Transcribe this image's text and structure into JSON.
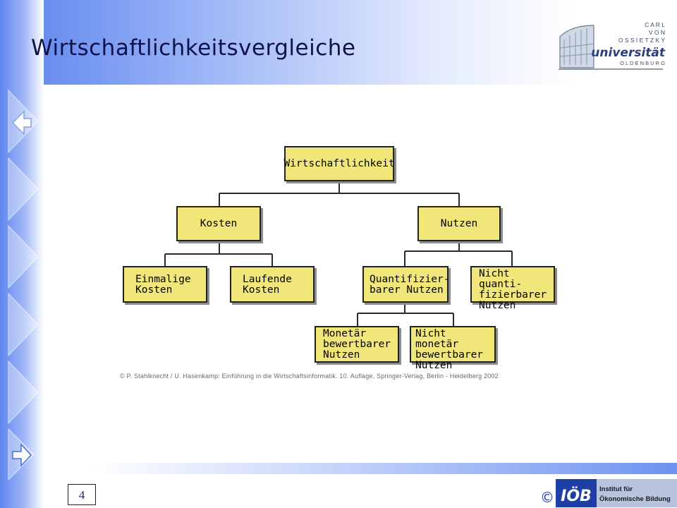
{
  "slide": {
    "title": "Wirtschaftlichkeitsvergleiche",
    "page_number": "4",
    "credit": "© P. Stahlknecht / U. Hasenkamp: Einführung in die Wirtschaftsinformatik. 10. Auflage, Springer-Verlag, Berlin - Heidelberg 2002"
  },
  "university_logo": {
    "line1": "C A R L",
    "line2": "V O N",
    "line3": "O S S I E T Z K Y",
    "name": "universität",
    "city": "O L D E N B U R G"
  },
  "institute_logo": {
    "copyright": "©",
    "abbr": "IÖB",
    "line1": "Institut für",
    "line2": "Ökonomische Bildung"
  },
  "diagram": {
    "root": "Wirtschaftlichkeit",
    "costs": "Kosten",
    "benefits": "Nutzen",
    "one_time_costs": "Einmalige\nKosten",
    "running_costs": "Laufende\nKosten",
    "quantifiable_benefits": "Quantifizier-\nbarer Nutzen",
    "non_quantifiable_benefits": "Nicht quanti-\nfizierbarer\nNutzen",
    "monetary_benefits": "Monetär\nbewertbarer\nNutzen",
    "non_monetary_benefits": "Nicht monetär\nbewertbarer\nNutzen"
  },
  "colors": {
    "box_fill": "#f0e67a",
    "title_text": "#12124a",
    "accent_blue": "#5b83ee"
  }
}
